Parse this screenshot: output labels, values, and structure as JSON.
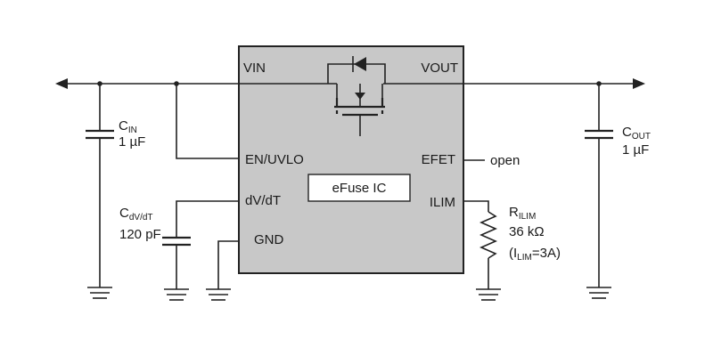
{
  "colors": {
    "ic_body": "#c8c8c8",
    "ic_border": "#222222",
    "wire": "#222222"
  },
  "ic": {
    "title": "eFuse IC",
    "pins": {
      "vin": "VIN",
      "vout": "VOUT",
      "en_uvlo": "EN/UVLO",
      "dvdt": "dV/dT",
      "gnd": "GND",
      "efet": "EFET",
      "ilim": "ILIM"
    }
  },
  "components": {
    "cin": {
      "main": "C",
      "sub": "IN",
      "value": "1 µF"
    },
    "cdvdt": {
      "main": "C",
      "sub": "dV/dT",
      "value": "120 pF"
    },
    "cout": {
      "main": "C",
      "sub": "OUT",
      "value": "1 µF"
    },
    "rilim": {
      "main": "R",
      "sub": "ILIM",
      "value": "36 kΩ",
      "note_open": "(I",
      "note_sub": "LIM",
      "note_close": "=3A)"
    }
  },
  "efet_connection": "open"
}
